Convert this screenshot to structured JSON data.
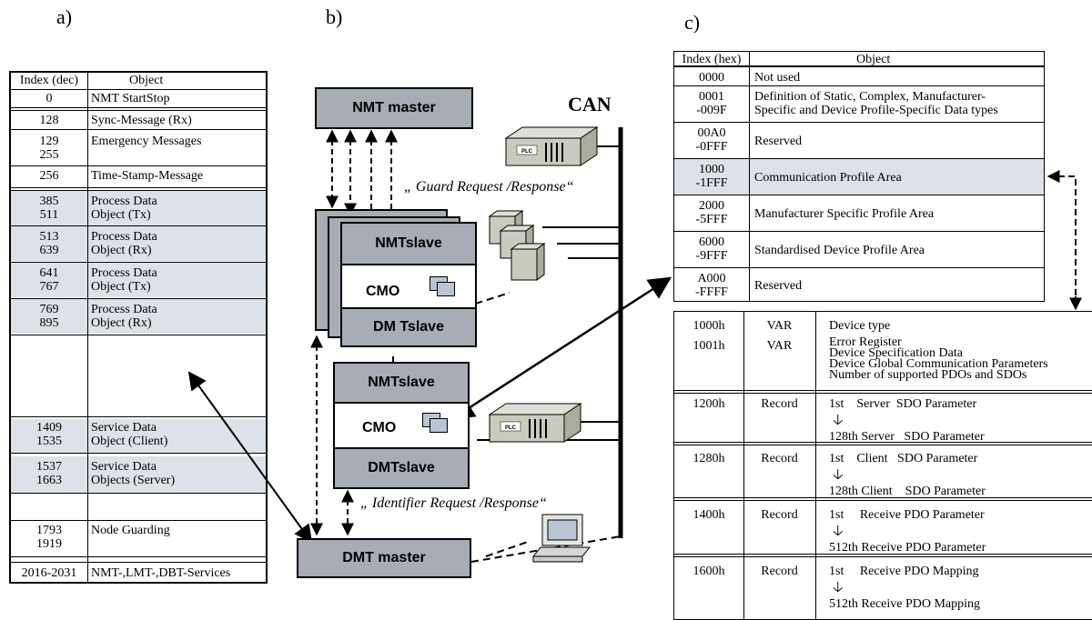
{
  "labels": {
    "a": "a)",
    "b": "b)",
    "c": "c)"
  },
  "table_a": {
    "headers": [
      "Index (dec)",
      "Object"
    ],
    "rows": [
      {
        "index": "0",
        "object": "NMT StartStop"
      },
      {
        "index": "128",
        "object": "Sync-Message (Rx)"
      },
      {
        "index": "129\n255",
        "object": "Emergency Messages"
      },
      {
        "index": "256",
        "object": "Time-Stamp-Message"
      },
      {
        "index": "385\n511",
        "object": "Process Data\nObject (Tx)"
      },
      {
        "index": "513\n639",
        "object": "Process Data\nObject (Rx)"
      },
      {
        "index": "641\n767",
        "object": "Process Data\nObject (Tx)"
      },
      {
        "index": "769\n895",
        "object": "Process Data\nObject (Rx)"
      },
      {
        "index": "1409\n1535",
        "object": "Service Data\nObject (Client)"
      },
      {
        "index": "1537\n1663",
        "object": "Service Data\nObjects (Server)"
      },
      {
        "index": "1793\n1919",
        "object": "Node Guarding"
      },
      {
        "index": "2016-2031",
        "object": "NMT-,LMT-,DBT-Services"
      }
    ]
  },
  "diagram_b": {
    "nmt_master": "NMT master",
    "can": "CAN",
    "guard_note": "„ Guard Request  /Response“",
    "nmt_slave": "NMTslave",
    "cmo": "CMO",
    "dm_tslave": "DM Tslave",
    "dmt_slave": "DMTslave",
    "identifier_note": "„ Identifier  Request /Response“",
    "dmt_master": "DMT master",
    "plc": "PLC"
  },
  "table_c": {
    "headers": [
      "Index (hex)",
      "Object"
    ],
    "rows": [
      {
        "index": "0000",
        "object": "Not used"
      },
      {
        "index": "0001\n-009F",
        "object": "Definition of Static, Complex, Manufacturer-\nSpecific and Device Profile-Specific Data types"
      },
      {
        "index": "00A0\n-0FFF",
        "object": "Reserved"
      },
      {
        "index": "1000\n-1FFF",
        "object": "Communication Profile Area"
      },
      {
        "index": "2000\n-5FFF",
        "object": "Manufacturer Specific Profile Area"
      },
      {
        "index": "6000\n-9FFF",
        "object": "Standardised Device Profile Area"
      },
      {
        "index": "A000\n-FFFF",
        "object": "Reserved"
      }
    ]
  },
  "table_d": {
    "rows": [
      {
        "index": "1000h",
        "type": "VAR",
        "object": "Device type"
      },
      {
        "index": "1001h",
        "type": "VAR",
        "object": "Error Register"
      },
      {
        "index": "",
        "type": "",
        "object": "Device Specification Data"
      },
      {
        "index": "",
        "type": "",
        "object": "Device Global Communication Parameters"
      },
      {
        "index": "",
        "type": "",
        "object": "Number of supported PDOs and SDOs"
      },
      {
        "index": "1200h",
        "type": "Record",
        "first": "1st    Server  SDO Parameter",
        "last": "128th Server   SDO Parameter"
      },
      {
        "index": "1280h",
        "type": "Record",
        "first": "1st    Client   SDO Parameter",
        "last": "128th Client    SDO Parameter"
      },
      {
        "index": "1400h",
        "type": "Record",
        "first": "1st     Receive PDO Parameter",
        "last": "512th Receive PDO Parameter"
      },
      {
        "index": "1600h",
        "type": "Record",
        "first": "1st     Receive PDO Mapping",
        "last": "512th Receive PDO Mapping"
      }
    ]
  }
}
